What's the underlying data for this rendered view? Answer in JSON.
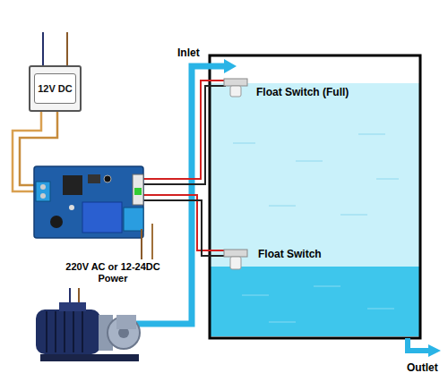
{
  "diagram": {
    "nodes": [
      {
        "text": [
          "12V DC"
        ]
      }
    ],
    "labels": [
      "Inlet",
      "Float Switch (Full)",
      "Float Switch",
      "220V AC or 12-24DC Power",
      "Outlet"
    ]
  }
}
